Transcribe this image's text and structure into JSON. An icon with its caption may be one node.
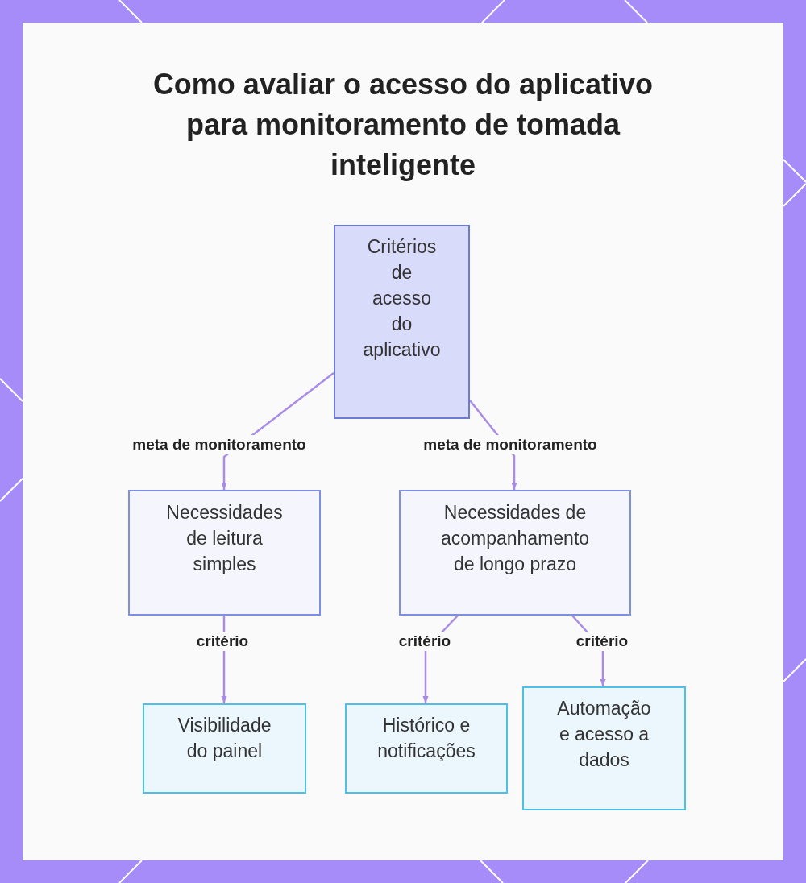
{
  "diagram": {
    "title": "Como avaliar o acesso do aplicativo para monitoramento de tomada inteligente",
    "nodes": [
      {
        "text": [
          "Critérios de acesso do aplicativo"
        ]
      },
      {
        "text": [
          "Necessidades de leitura simples"
        ]
      },
      {
        "text": [
          "Necessidades de acompanhamento de longo prazo"
        ]
      },
      {
        "text": [
          "Visibilidade do painel"
        ]
      },
      {
        "text": [
          "Histórico e notificações"
        ]
      },
      {
        "text": [
          "Automação e acesso a dados"
        ]
      }
    ],
    "edges": [
      {
        "from": 0,
        "to": 1,
        "arrow": "to",
        "label": "meta de monitoramento"
      },
      {
        "from": 0,
        "to": 2,
        "arrow": "to",
        "label": "meta de monitoramento"
      },
      {
        "from": 1,
        "to": 3,
        "arrow": "to",
        "label": "critério"
      },
      {
        "from": 2,
        "to": 4,
        "arrow": "to",
        "label": "critério"
      },
      {
        "from": 2,
        "to": 5,
        "arrow": "to",
        "label": "critério"
      }
    ]
  }
}
